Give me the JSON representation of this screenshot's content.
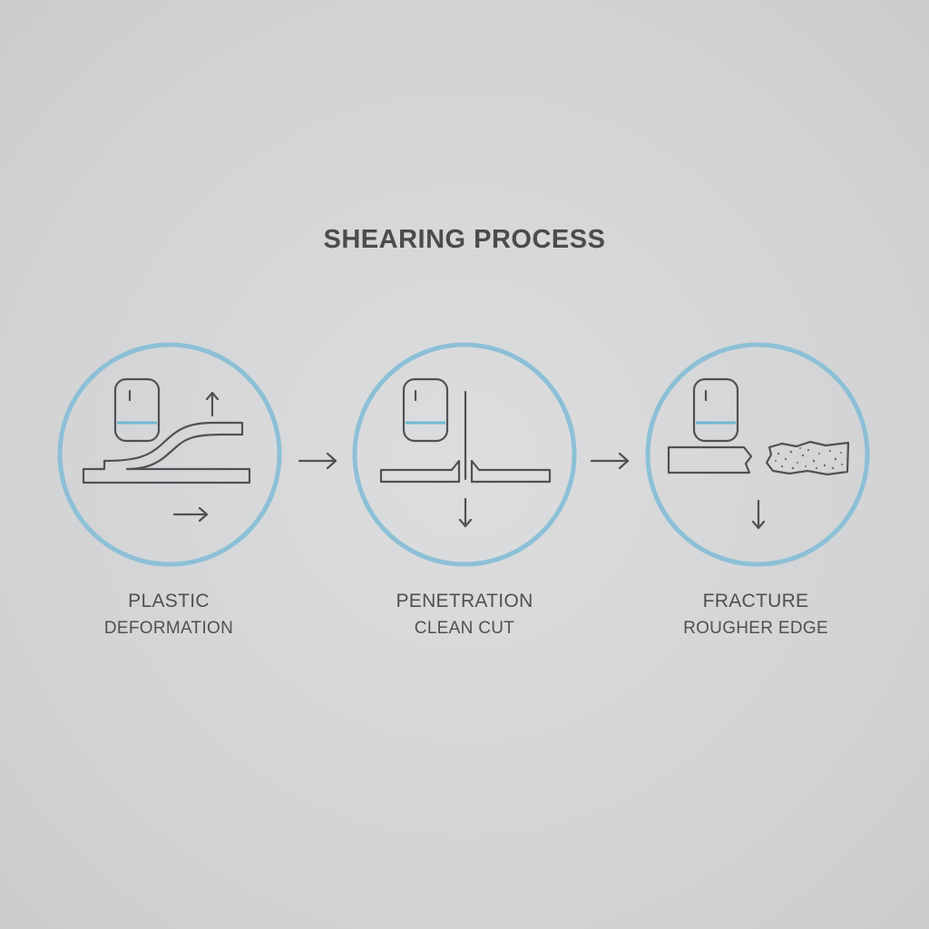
{
  "title": "SHEARING PROCESS",
  "stages": [
    {
      "name": "PLASTIC",
      "detail": "DEFORMATION"
    },
    {
      "name": "PENETRATION",
      "detail": "CLEAN CUT"
    },
    {
      "name": "FRACTURE",
      "detail": "ROUGHER EDGE"
    }
  ],
  "colors": {
    "ring": "#8cc0d6",
    "accent": "#6fb7d3",
    "stroke": "#505153",
    "text": "#4f5052"
  },
  "icons": [
    "punch-icon",
    "arrow-up-icon",
    "arrow-right-icon",
    "arrow-down-icon"
  ]
}
